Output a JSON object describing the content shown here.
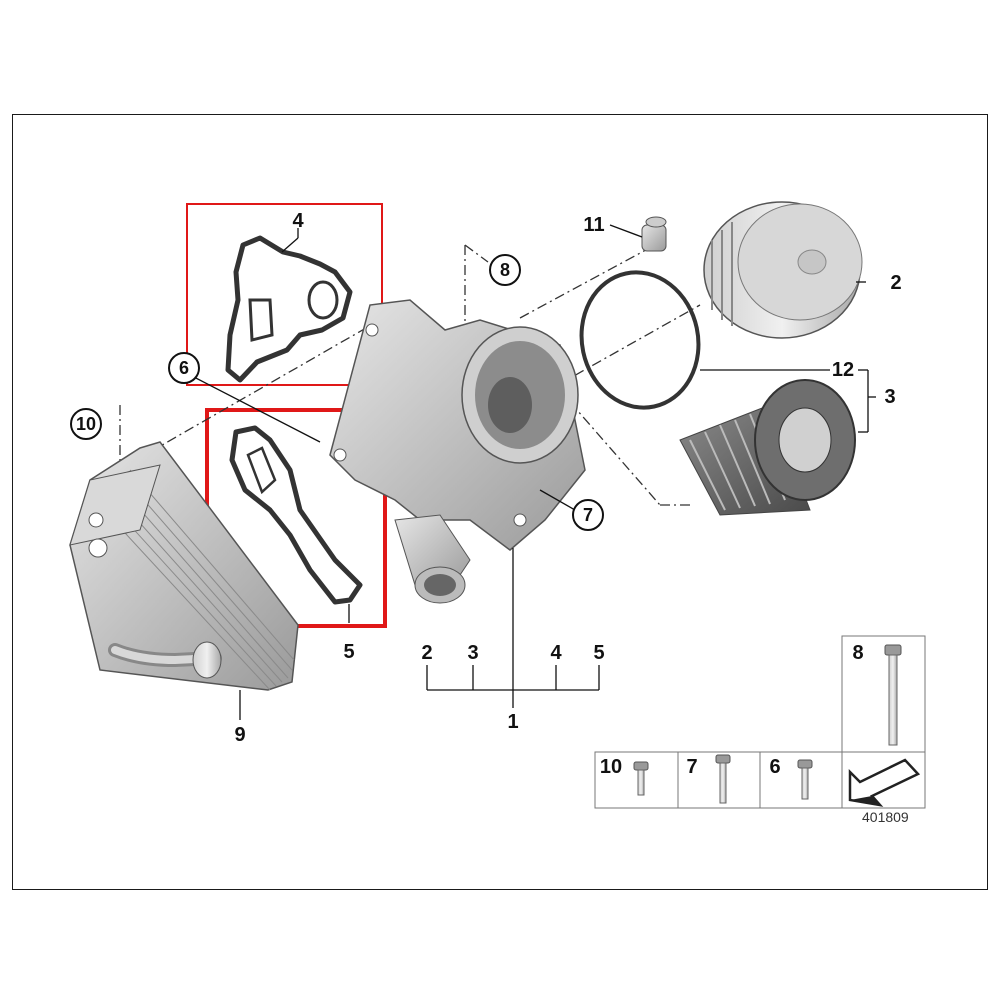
{
  "diagram": {
    "highlight_color": "#e01818",
    "callouts": [
      {
        "id": "1",
        "circled": false
      },
      {
        "id": "2",
        "circled": false
      },
      {
        "id": "3",
        "circled": false
      },
      {
        "id": "4",
        "circled": false
      },
      {
        "id": "5",
        "circled": false
      },
      {
        "id": "6",
        "circled": true
      },
      {
        "id": "7",
        "circled": true
      },
      {
        "id": "8",
        "circled": true
      },
      {
        "id": "9",
        "circled": false
      },
      {
        "id": "10",
        "circled": true
      },
      {
        "id": "11",
        "circled": false
      },
      {
        "id": "12",
        "circled": false
      }
    ],
    "assembly_group": {
      "parent": "1",
      "children": [
        "2",
        "3",
        "4",
        "5"
      ]
    },
    "fastener_table": {
      "cells": [
        {
          "label": "10",
          "icon": "short-bolt-icon"
        },
        {
          "label": "7",
          "icon": "medium-bolt-icon"
        },
        {
          "label": "6",
          "icon": "short-bolt-icon"
        },
        {
          "label": "8",
          "icon": "long-bolt-icon"
        }
      ],
      "corner_icon": "direction-arrow-icon"
    },
    "reference_code": "401809"
  }
}
